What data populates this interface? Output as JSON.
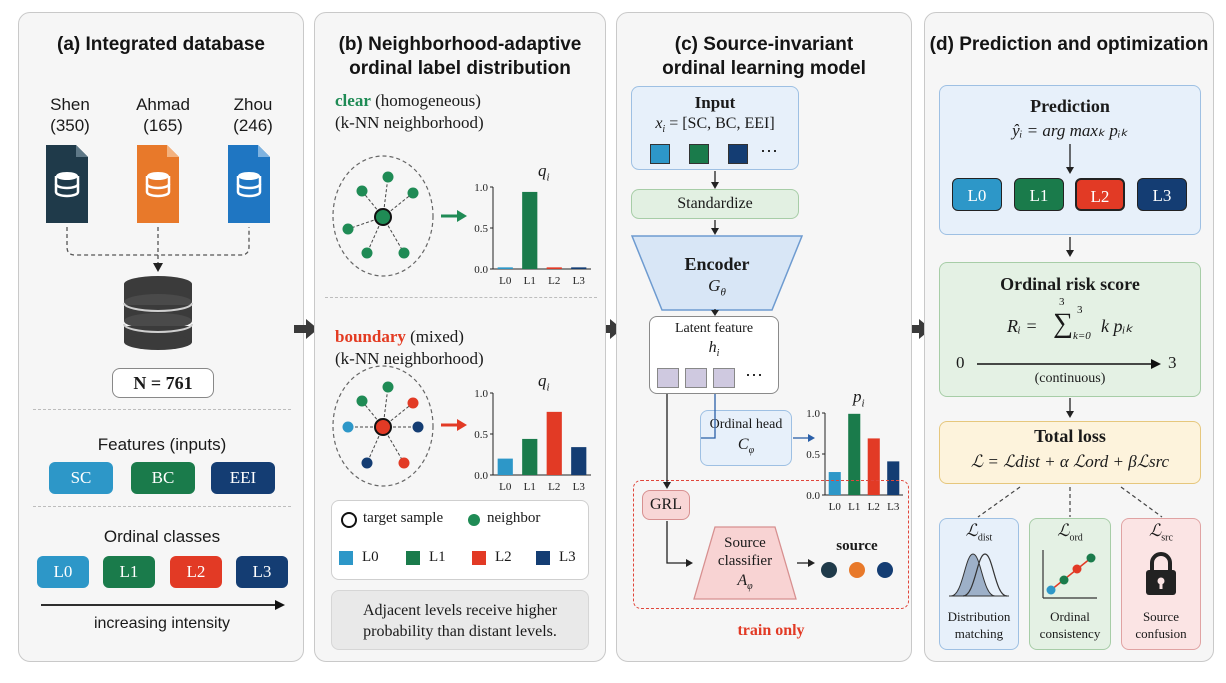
{
  "colors": {
    "L0": "#2d97c8",
    "L1": "#1a7b4b",
    "L2": "#e23a25",
    "L3": "#143d73",
    "shen": "#1f3a4a",
    "ahmad": "#e8792a",
    "zhou": "#1f76c2",
    "neighbor": "#1f8b55",
    "boundary": "#e33b22",
    "clear": "#1f8b55"
  },
  "panel_a": {
    "title": "(a) Integrated database",
    "sources": [
      {
        "name": "Shen",
        "count": "(350)",
        "icon": "database-file-icon"
      },
      {
        "name": "Ahmad",
        "count": "(165)",
        "icon": "database-file-icon"
      },
      {
        "name": "Zhou",
        "count": "(246)",
        "icon": "database-file-icon"
      }
    ],
    "n_label": "N = 761",
    "features_title": "Features (inputs)",
    "features": [
      "SC",
      "BC",
      "EEI"
    ],
    "classes_title": "Ordinal classes",
    "classes": [
      "L0",
      "L1",
      "L2",
      "L3"
    ],
    "intensity_label": "increasing intensity"
  },
  "panel_b": {
    "title_line1": "(b)  Neighborhood-adaptive",
    "title_line2": "ordinal label distribution",
    "clear_word": "clear",
    "clear_rest": " (homogeneous)",
    "knn_label": "(k-NN neighborhood)",
    "boundary_word": "boundary",
    "boundary_rest": " (mixed)",
    "q_label": "q",
    "q_sub": "i",
    "legend_target": "target sample",
    "legend_neighbor": "neighbor",
    "note_line1": "Adjacent levels receive higher",
    "note_line2": "probability than distant levels."
  },
  "panel_c": {
    "title_line1": "(c)  Source-invariant",
    "title_line2": "ordinal learning model",
    "input_title": "Input",
    "input_formula": "x",
    "input_sub": "i",
    "input_rhs": " = [SC, BC, EEI]",
    "standardize": "Standardize",
    "encoder": "Encoder",
    "encoder_sym": "G",
    "encoder_sub": "θ",
    "latent": "Latent feature",
    "latent_sym": "h",
    "latent_sub": "i",
    "ordinal_head": "Ordinal head",
    "head_sym": "C",
    "head_sub": "φ",
    "p_label": "p",
    "p_sub": "i",
    "grl": "GRL",
    "source_classifier_1": "Source",
    "source_classifier_2": "classifier",
    "sc_sym": "A",
    "sc_sub": "φ",
    "source_label": "source",
    "train_only": "train only",
    "ellipsis": "⋯"
  },
  "panel_d": {
    "title": "(d)  Prediction and optimization",
    "prediction_title": "Prediction",
    "prediction_formula": "ŷᵢ = arg maxₖ pᵢₖ",
    "risk_title": "Ordinal risk score",
    "risk_formula_lhs": "Rᵢ = ",
    "risk_formula_rhs": "k pᵢₖ",
    "risk_sum_top": "3",
    "risk_sum_bottom": "k=0",
    "risk_start": "0",
    "risk_end": "3",
    "risk_continuous": "(continuous)",
    "loss_title": "Total loss",
    "loss_formula": "ℒ = ℒdist  + α ℒord  + βℒsrc",
    "loss_terms": [
      {
        "sym": "ℒ",
        "sub": "dist",
        "caption1": "Distribution",
        "caption2": "matching",
        "icon": "distribution-icon"
      },
      {
        "sym": "ℒ",
        "sub": "ord",
        "caption1": "Ordinal",
        "caption2": "consistency",
        "icon": "ordinal-trend-icon"
      },
      {
        "sym": "ℒ",
        "sub": "src",
        "caption1": "Source",
        "caption2": "confusion",
        "icon": "lock-icon"
      }
    ]
  },
  "chart_data": [
    {
      "type": "bar",
      "title": "q_i (clear)",
      "categories": [
        "L0",
        "L1",
        "L2",
        "L3"
      ],
      "values": [
        0.02,
        0.94,
        0.02,
        0.02
      ],
      "ylim": [
        0,
        1.0
      ],
      "yticks": [
        "0.0",
        "0.5",
        "1.0"
      ]
    },
    {
      "type": "bar",
      "title": "q_i (boundary)",
      "categories": [
        "L0",
        "L1",
        "L2",
        "L3"
      ],
      "values": [
        0.2,
        0.44,
        0.77,
        0.34
      ],
      "ylim": [
        0,
        1.0
      ],
      "yticks": [
        "0.0",
        "0.5",
        "1.0"
      ]
    },
    {
      "type": "bar",
      "title": "p_i",
      "categories": [
        "L0",
        "L1",
        "L2",
        "L3"
      ],
      "values": [
        0.28,
        0.99,
        0.69,
        0.41
      ],
      "ylim": [
        0,
        1.0
      ],
      "yticks": [
        "0.0",
        "0.5",
        "1.0"
      ]
    }
  ]
}
